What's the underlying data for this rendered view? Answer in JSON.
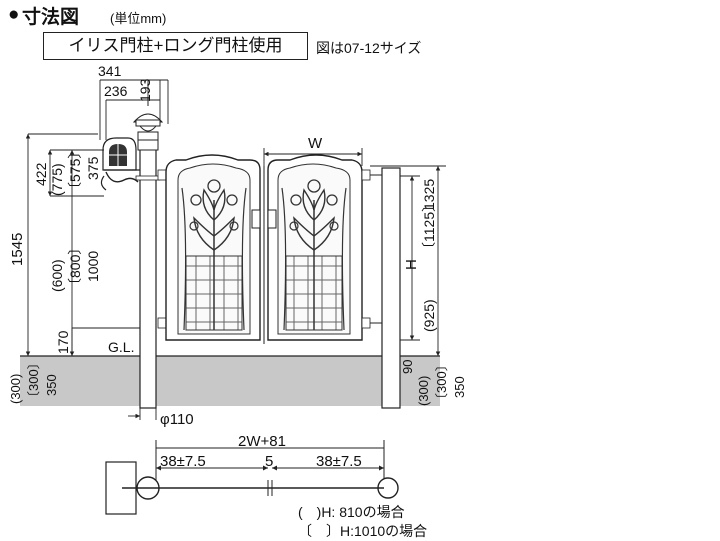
{
  "title": {
    "bullet": "●",
    "main": "寸法図",
    "unit": "(単位mm)"
  },
  "product_name": "イリス門柱+ロング門柱使用",
  "note": "図は07-12サイズ",
  "dimensions": {
    "top_341": "341",
    "top_236": "236",
    "top_193": "193",
    "left_1545": "1545",
    "left_422": "422",
    "left_775": "(775)",
    "left_575": "〔575〕",
    "left_375": "375",
    "left_600": "(600)",
    "left_800": "〔800〕",
    "left_1000": "1000",
    "left_170": "170",
    "gl": "G.L.",
    "left_bottom_300a": "(300)",
    "left_bottom_300b": "〔300〕",
    "left_bottom_350": "350",
    "width_w": "W",
    "height_h": "H",
    "right_925": "(925)",
    "right_1125": "〔1125〕",
    "right_1325": "1325",
    "right_90": "90",
    "right_300a": "(300)",
    "right_300b": "〔300〕",
    "right_350": "350",
    "post_diameter": "φ110",
    "plan_total": "2W+81",
    "plan_left": "38±7.5",
    "plan_center": "5",
    "plan_right": "38±7.5"
  },
  "legend": {
    "paren": "(　)H: 810の場合",
    "bracket": "〔　〕H:1010の場合"
  }
}
